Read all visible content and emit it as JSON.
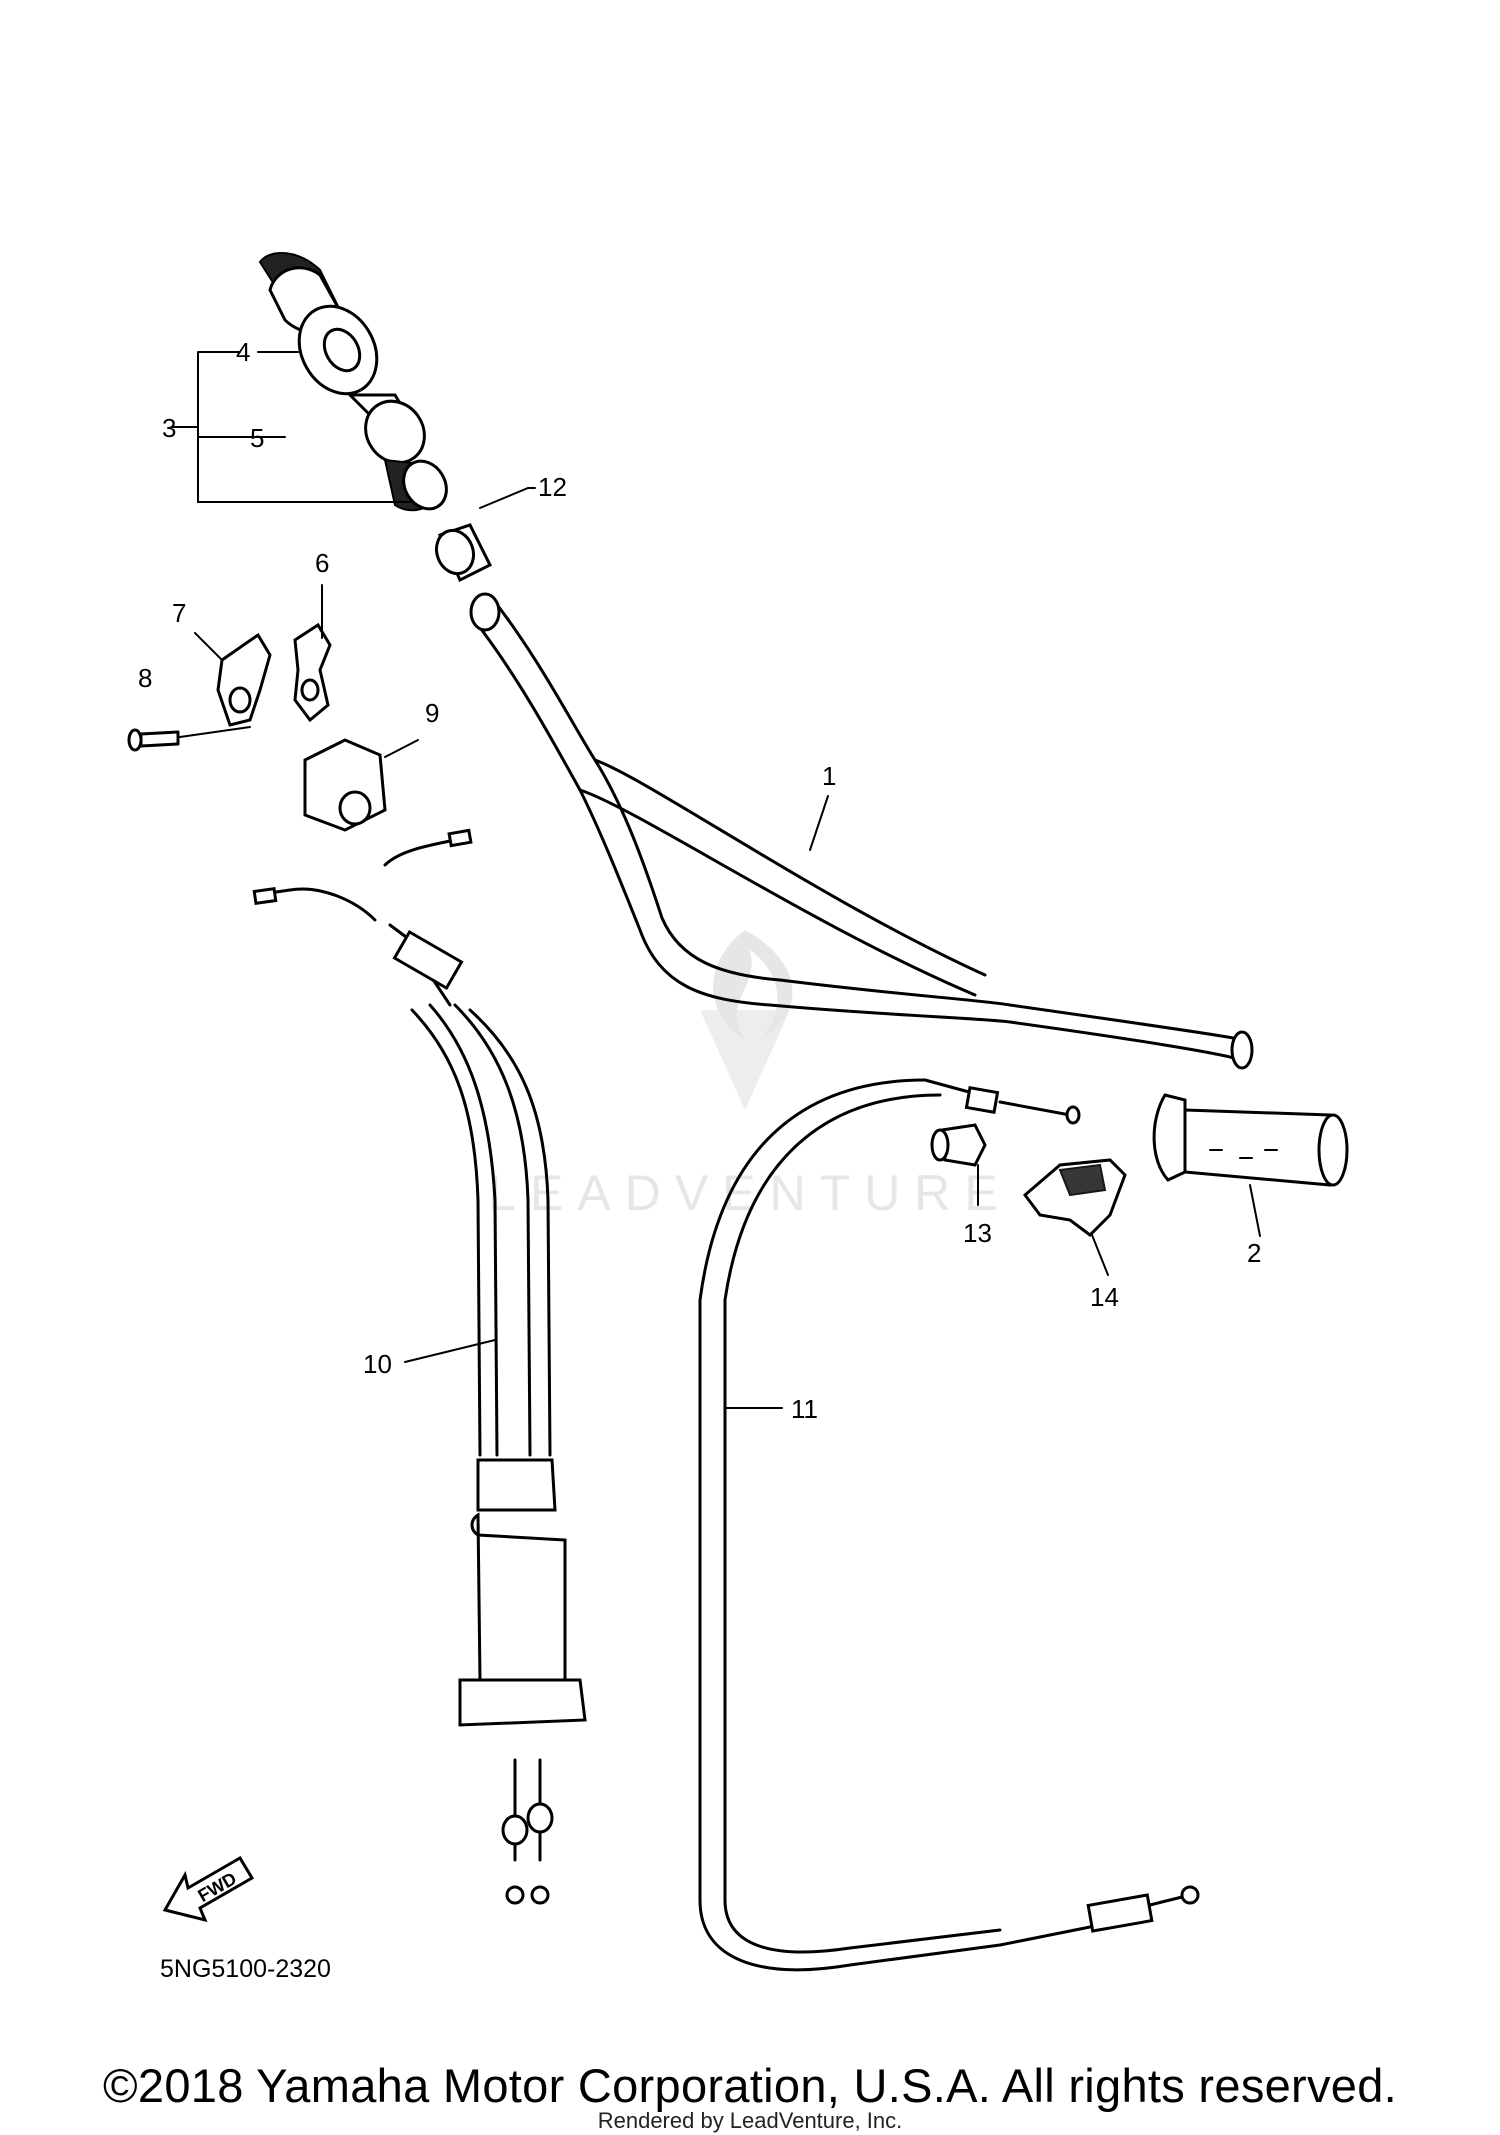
{
  "callouts": {
    "c1": "1",
    "c2": "2",
    "c3": "3",
    "c4": "4",
    "c5": "5",
    "c6": "6",
    "c7": "7",
    "c8": "8",
    "c9": "9",
    "c10": "10",
    "c11": "11",
    "c12": "12",
    "c13": "13",
    "c14": "14"
  },
  "fwd_label": "FWD",
  "drawing_code": "5NG5100-2320",
  "watermark_text": "LEADVENTURE",
  "copyright": "©2018 Yamaha Motor Corporation, U.S.A. All rights reserved.",
  "rendered_by": "Rendered by LeadVenture, Inc."
}
